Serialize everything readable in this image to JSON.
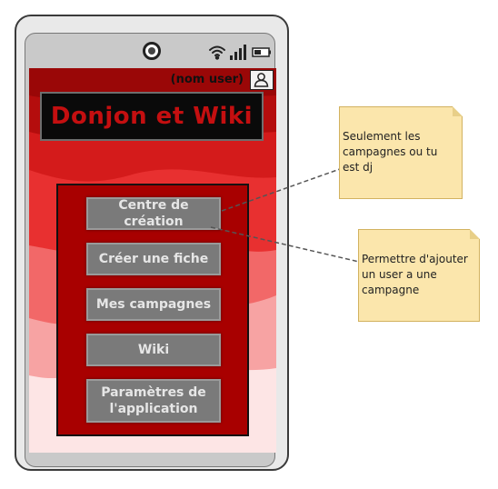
{
  "header": {
    "user_label": "(nom user)",
    "title": "Donjon et Wiki"
  },
  "menu": {
    "items": [
      {
        "label": "Centre de création"
      },
      {
        "label": "Créer une fiche"
      },
      {
        "label": "Mes campagnes"
      },
      {
        "label": "Wiki"
      },
      {
        "label": "Paramètres de l'application"
      }
    ]
  },
  "notes": [
    {
      "text": "Seulement les campagnes ou tu est dj"
    },
    {
      "text": "Permettre d'ajouter un user a une campagne"
    }
  ],
  "icons": {
    "camera": "camera-icon",
    "wifi": "wifi-icon",
    "signal": "signal-icon",
    "battery": "battery-icon",
    "user": "user-icon"
  },
  "colors": {
    "title_bg": "#0a0a0a",
    "title_text": "#c40f10",
    "panel_bg": "#a80000",
    "button_bg": "#7a7a7a",
    "note_bg": "#fbe6ac"
  }
}
